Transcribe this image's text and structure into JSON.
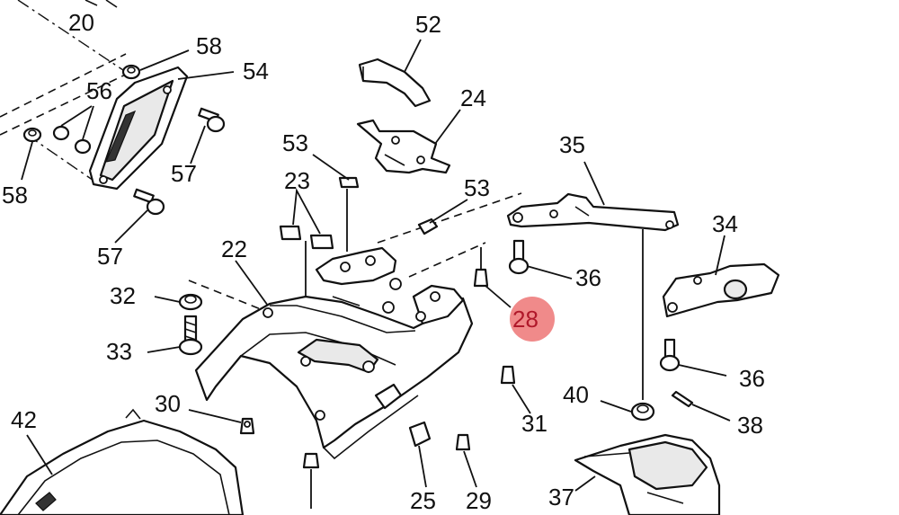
{
  "highlight": {
    "color": "#f08a8a",
    "text_color": "#b0182a"
  },
  "callouts": [
    {
      "id": "c20",
      "text": "20"
    },
    {
      "id": "c58a",
      "text": "58"
    },
    {
      "id": "c54",
      "text": "54"
    },
    {
      "id": "c56",
      "text": "56"
    },
    {
      "id": "c58b",
      "text": "58"
    },
    {
      "id": "c57a",
      "text": "57"
    },
    {
      "id": "c57b",
      "text": "57"
    },
    {
      "id": "c52",
      "text": "52"
    },
    {
      "id": "c24",
      "text": "24"
    },
    {
      "id": "c53a",
      "text": "53"
    },
    {
      "id": "c23",
      "text": "23"
    },
    {
      "id": "c53b",
      "text": "53"
    },
    {
      "id": "c35",
      "text": "35"
    },
    {
      "id": "c34",
      "text": "34"
    },
    {
      "id": "c22",
      "text": "22"
    },
    {
      "id": "c36a",
      "text": "36"
    },
    {
      "id": "c32",
      "text": "32"
    },
    {
      "id": "c33",
      "text": "33"
    },
    {
      "id": "c28",
      "text": "28"
    },
    {
      "id": "c36b",
      "text": "36"
    },
    {
      "id": "c30",
      "text": "30"
    },
    {
      "id": "c40",
      "text": "40"
    },
    {
      "id": "c38",
      "text": "38"
    },
    {
      "id": "c42",
      "text": "42"
    },
    {
      "id": "c31",
      "text": "31"
    },
    {
      "id": "c25",
      "text": "25"
    },
    {
      "id": "c29",
      "text": "29"
    },
    {
      "id": "c37",
      "text": "37"
    }
  ]
}
